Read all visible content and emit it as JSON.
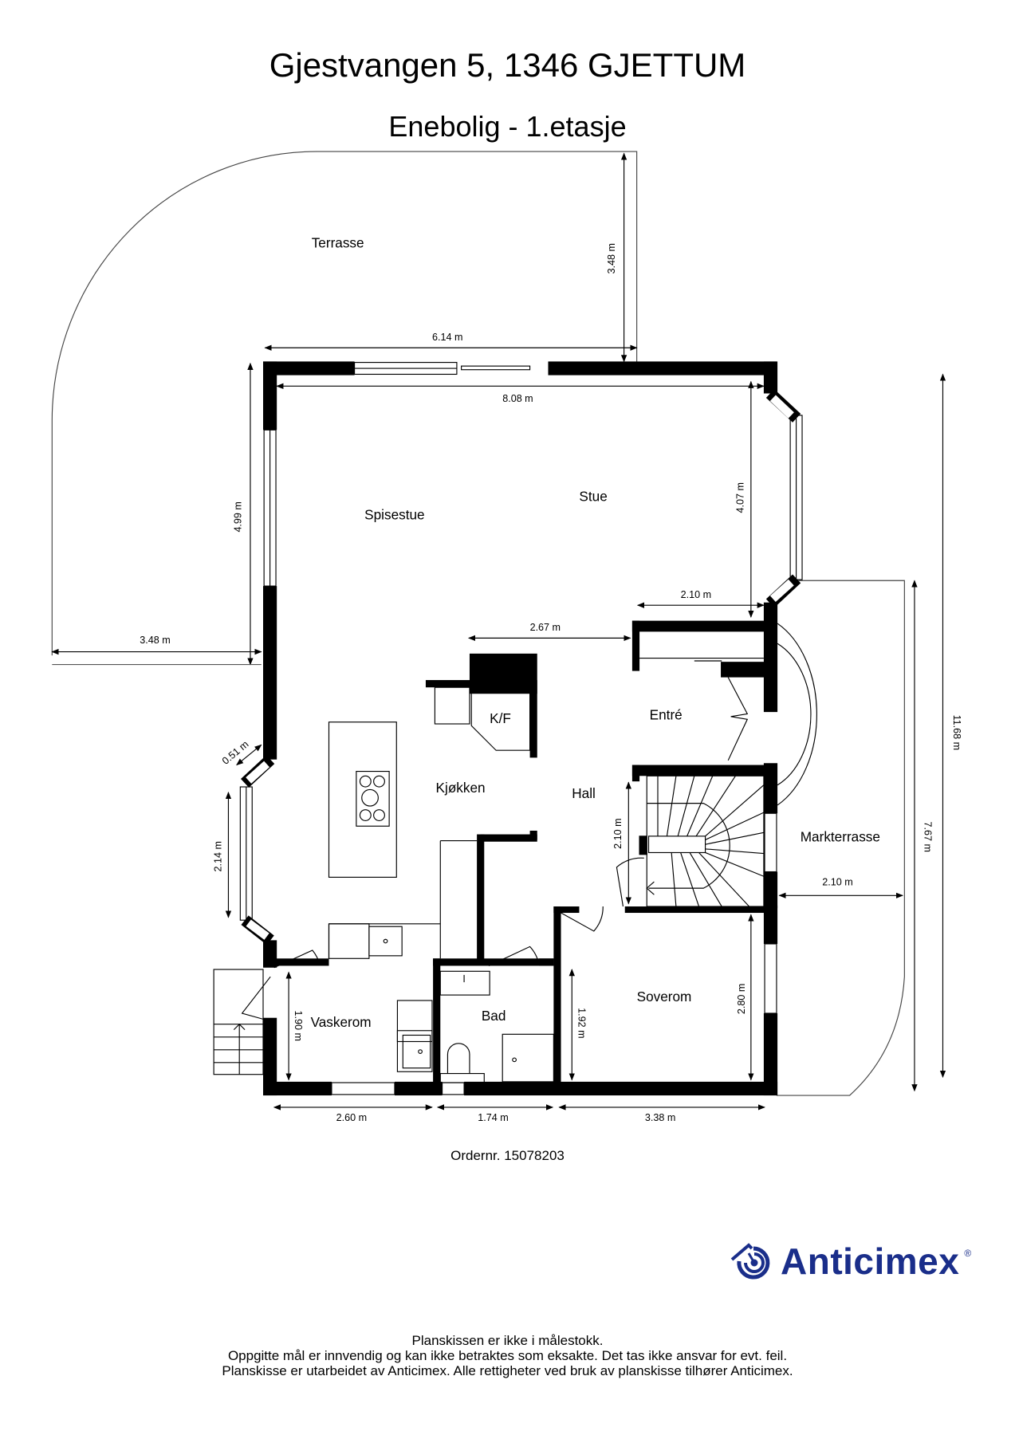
{
  "header": {
    "title": "Gjestvangen 5, 1346 GJETTUM",
    "subtitle": "Enebolig  - 1.etasje"
  },
  "rooms": {
    "terrasse": "Terrasse",
    "spisestue": "Spisestue",
    "stue": "Stue",
    "kf": "K/F",
    "entre": "Entré",
    "kjokken": "Kjøkken",
    "hall": "Hall",
    "markterrasse": "Markterrasse",
    "vaskerom": "Vaskerom",
    "bad": "Bad",
    "soverom": "Soverom"
  },
  "dimensions": {
    "terrasse_depth": "3.48 m",
    "terrasse_width": "6.14 m",
    "stue_width": "8.08 m",
    "spisestue_depth": "4.99 m",
    "terrasse_side": "3.48 m",
    "bay_depth": "4.07 m",
    "entre_width": "2.10 m",
    "hall_width": "2.67 m",
    "bay_diag": "0.51 m",
    "kitchen_window": "2.14 m",
    "stair_depth": "2.10 m",
    "markterrasse_width": "2.10 m",
    "total_depth": "11.68 m",
    "markterrasse_depth": "7.67 m",
    "vaskerom_depth": "1.90 m",
    "bad_depth": "1.92 m",
    "soverom_depth": "2.80 m",
    "vaskerom_width": "2.60 m",
    "bad_width": "1.74 m",
    "soverom_width": "3.38 m"
  },
  "order": "Ordernr. 15078203",
  "brand": {
    "name": "Anticimex",
    "reg": "®",
    "color": "#1a2e8a"
  },
  "footer": {
    "line1": "Planskissen er ikke i målestokk.",
    "line2": "Oppgitte mål er innvendig og kan ikke betraktes som eksakte. Det tas ikke ansvar for evt. feil.",
    "line3": "Planskisse er utarbeidet av Anticimex. Alle rettigheter ved bruk av planskisse tilhører Anticimex."
  }
}
